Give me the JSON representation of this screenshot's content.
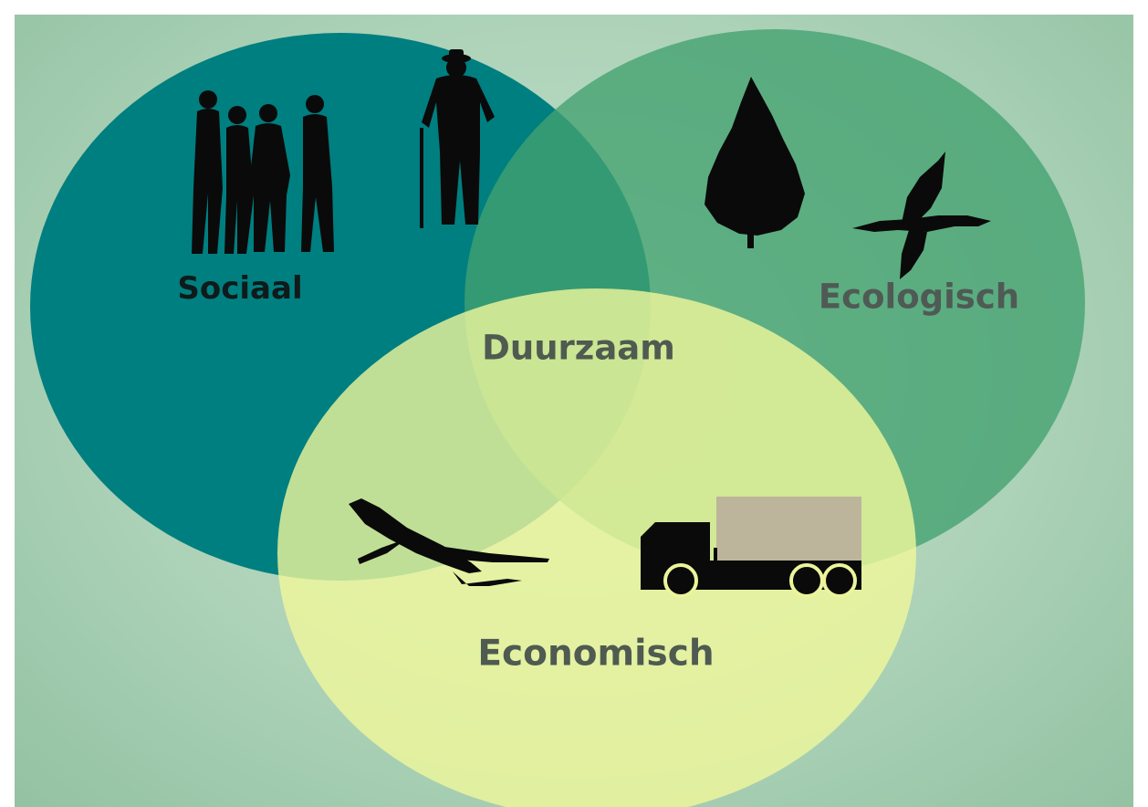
{
  "diagram": {
    "type": "venn",
    "sets": [
      {
        "id": "sociaal",
        "label": "Sociaal",
        "color": "#007f80",
        "icons": [
          "group-of-people-silhouette-icon",
          "elderly-man-with-cane-icon"
        ]
      },
      {
        "id": "ecologisch",
        "label": "Ecologisch",
        "color": "#43a16f",
        "icons": [
          "tree-icon",
          "flying-crane-bird-icon"
        ]
      },
      {
        "id": "economisch",
        "label": "Economisch",
        "color": "#ecf49b",
        "icons": [
          "airplane-icon",
          "truck-icon"
        ]
      }
    ],
    "intersection": {
      "label": "Duurzaam"
    }
  },
  "colors": {
    "background": "#aed3b9",
    "sociaal": "#007f80",
    "ecologisch": "#43a16f",
    "economisch": "#ecf49b",
    "overlap_social_eco": "#228f74",
    "silhouette": "#0a0a0a",
    "truck_cargo": "#bdb59b"
  }
}
